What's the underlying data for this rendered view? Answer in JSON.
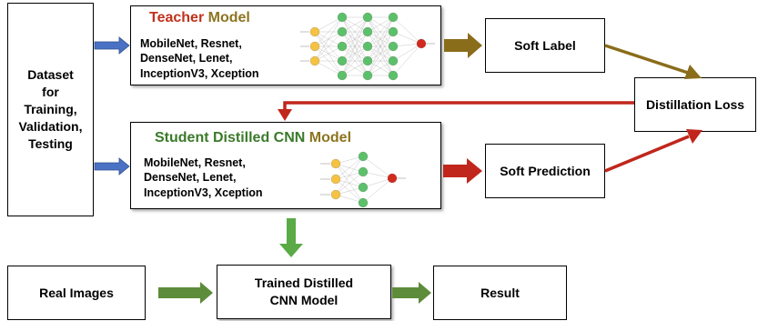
{
  "dataset": {
    "lines": [
      "Dataset",
      "for",
      "Training,",
      "Validation,",
      "Testing"
    ]
  },
  "teacher": {
    "title_part1": "Teacher",
    "title_part2": " Model",
    "models": [
      "MobileNet, Resnet,",
      "DenseNet, Lenet,",
      "InceptionV3, Xception"
    ]
  },
  "student": {
    "title_part1": "Student Distilled CNN",
    "title_part2": " Model",
    "models": [
      "MobileNet, Resnet,",
      "DenseNet, Lenet,",
      "InceptionV3, Xception"
    ]
  },
  "soft_label": "Soft Label",
  "soft_prediction": "Soft Prediction",
  "distillation_loss": "Distillation Loss",
  "real_images": "Real Images",
  "trained_model": {
    "lines": [
      "Trained Distilled",
      "CNN Model"
    ]
  },
  "result": "Result",
  "colors": {
    "teacher_red": "#c0311c",
    "model_olive": "#8c7420",
    "student_green": "#3a7a2a",
    "blue_arrow": "#4a72c4",
    "olive_arrow": "#8a6d1a",
    "red_arrow": "#c0261c",
    "green_arrow": "#5aaa46",
    "dark_green_arrow": "#5d8c3a",
    "input_neuron": "#f5c242",
    "hidden_neuron": "#5cc06a",
    "output_neuron": "#d22a1e"
  }
}
